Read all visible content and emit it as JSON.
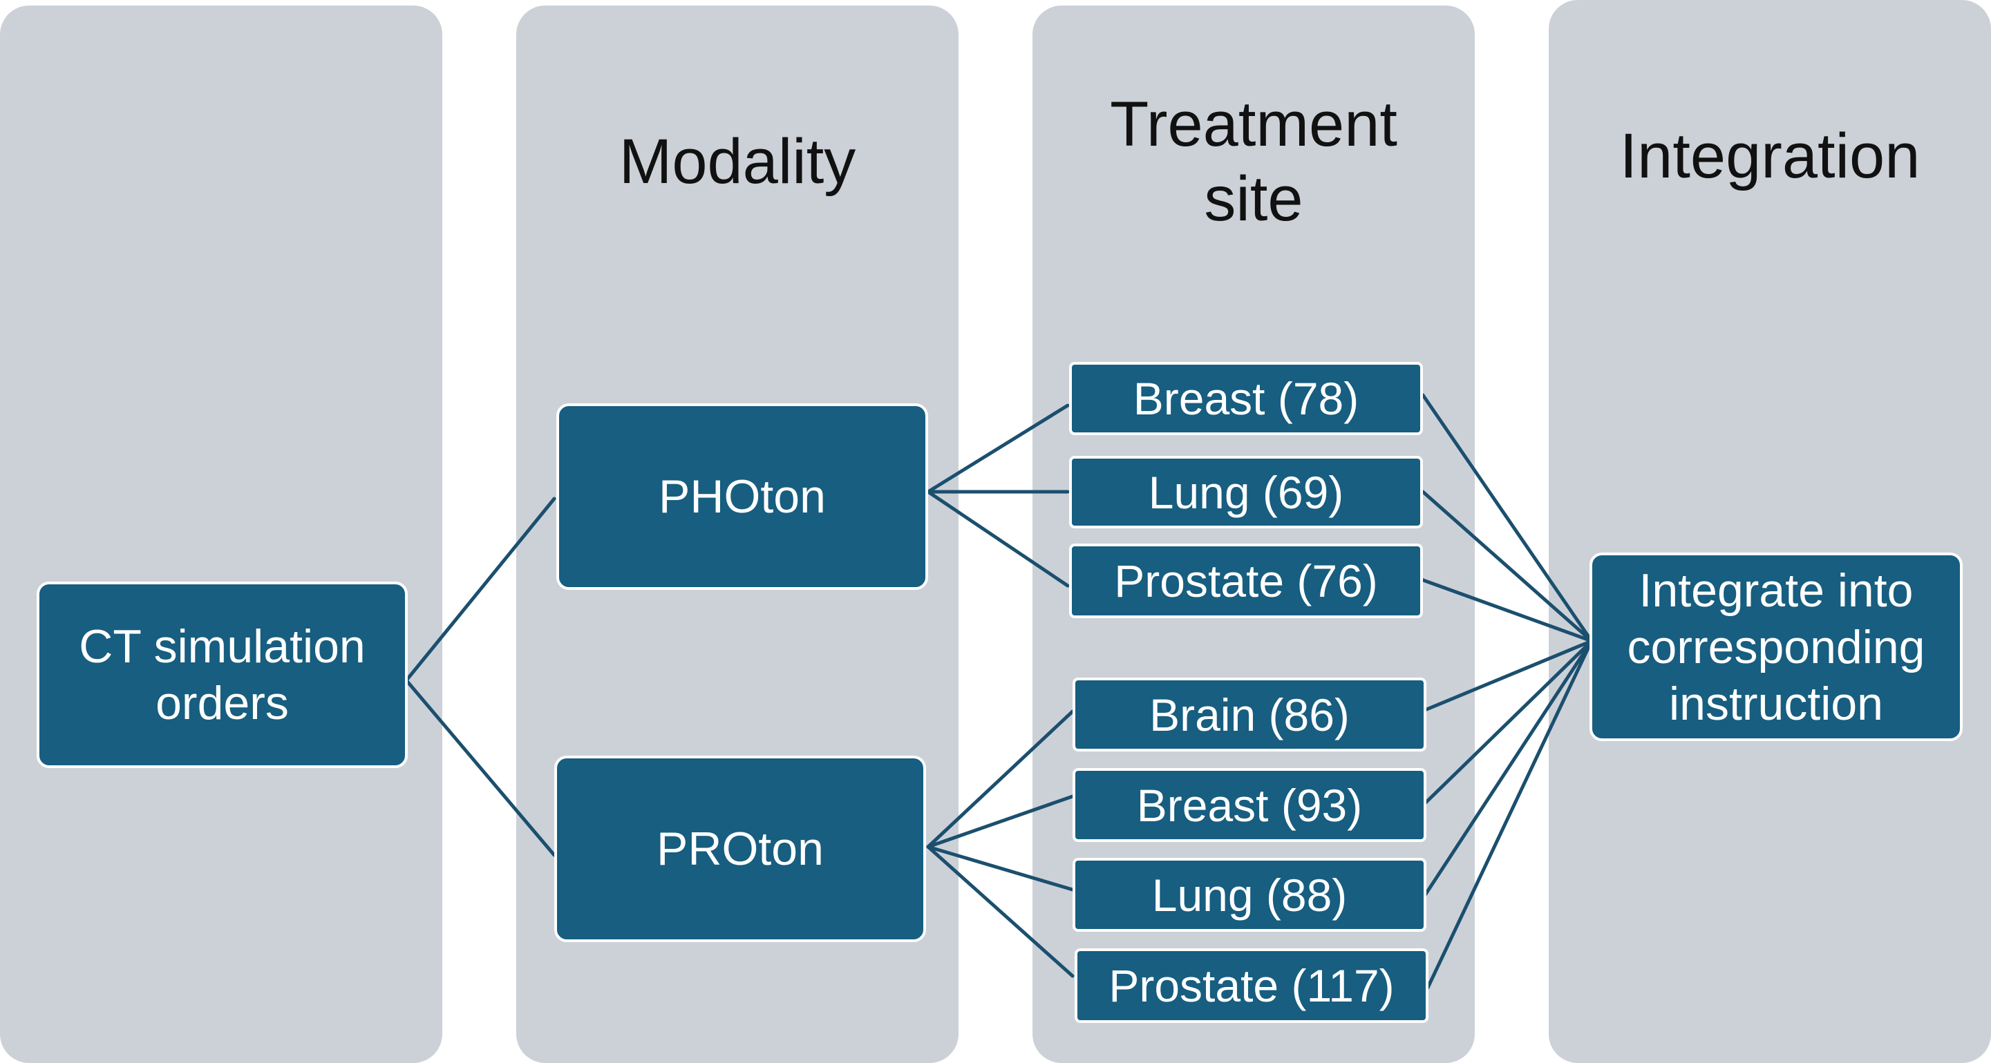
{
  "columns": {
    "input": {
      "title": ""
    },
    "modality": {
      "title": "Modality"
    },
    "treatment_site": {
      "title": "Treatment\nsite"
    },
    "integration": {
      "title": "Integration"
    }
  },
  "nodes": {
    "ct_orders": "CT simulation\norders",
    "photon": "PHOton",
    "proton": "PROton",
    "photon_sites": [
      "Breast (78)",
      "Lung (69)",
      "Prostate (76)"
    ],
    "proton_sites": [
      "Brain (86)",
      "Breast (93)",
      "Lung (88)",
      "Prostate (117)"
    ],
    "integrate": "Integrate into\ncorresponding\ninstruction"
  },
  "colors": {
    "column_background": "#ccd1d8",
    "node_fill": "#175e80",
    "node_border": "#ffffff",
    "connector": "#1b4f6e",
    "title_text": "#111111"
  }
}
